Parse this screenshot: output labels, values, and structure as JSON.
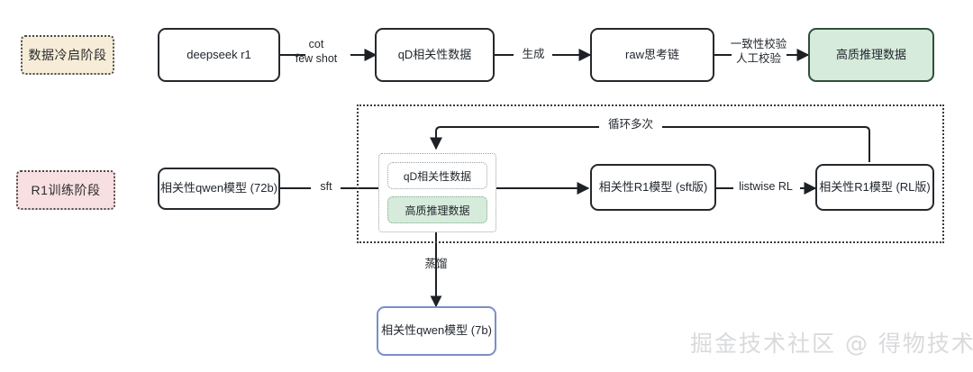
{
  "stages": [
    {
      "id": "cold-start",
      "label": "数据冷启阶段"
    },
    {
      "id": "r1-training",
      "label": "R1训练阶段"
    }
  ],
  "nodes": {
    "deepseek_r1": "deepseek r1",
    "qd_relevance_data": "qD相关性数据",
    "raw_cot": "raw思考链",
    "high_quality_reasoning": "高质推理数据",
    "qwen_72b": "相关性qwen模型 (72b)",
    "r1_sft": "相关性R1模型 (sft版)",
    "r1_rl": "相关性R1模型 (RL版)",
    "qwen_7b": "相关性qwen模型 (7b)",
    "group_qd": "qD相关性数据",
    "group_high_quality": "高质推理数据"
  },
  "edges": {
    "cot_few_shot": "cot\nfew shot",
    "generate": "生成",
    "verification": "一致性校验\n人工校验",
    "sft": "sft",
    "listwise_rl": "listwise RL",
    "loop_many": "循环多次",
    "distill": "蒸馏"
  },
  "watermark": "掘金技术社区 @ 得物技术",
  "colors": {
    "green_fill": "#d6ebdb",
    "green_border": "#2f4f39",
    "cream_fill": "#f6ecd8",
    "pink_fill": "#f8dfe2",
    "blue_border": "#7b8fc7",
    "stroke": "#24292e"
  }
}
